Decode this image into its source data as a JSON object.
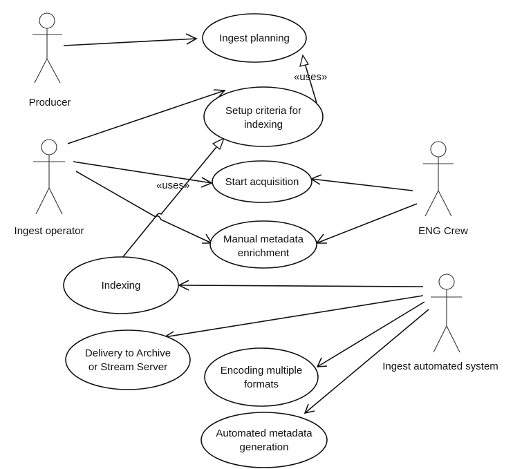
{
  "actors": {
    "producer": "Producer",
    "ingest_operator": "Ingest operator",
    "eng_crew": "ENG Crew",
    "ingest_automated_system": "Ingest automated system"
  },
  "use_cases": {
    "ingest_planning": [
      "Ingest planning"
    ],
    "setup_criteria": [
      "Setup criteria for",
      "indexing"
    ],
    "start_acquisition": [
      "Start acquisition"
    ],
    "manual_metadata": [
      "Manual metadata",
      "enrichment"
    ],
    "indexing": [
      "Indexing"
    ],
    "delivery": [
      "Delivery to Archive",
      "or Stream Server"
    ],
    "encoding": [
      "Encoding multiple",
      "formats"
    ],
    "automated_metadata": [
      "Automated metadata",
      "generation"
    ]
  },
  "stereotypes": {
    "uses_top": "«uses»",
    "uses_mid": "«uses»"
  }
}
